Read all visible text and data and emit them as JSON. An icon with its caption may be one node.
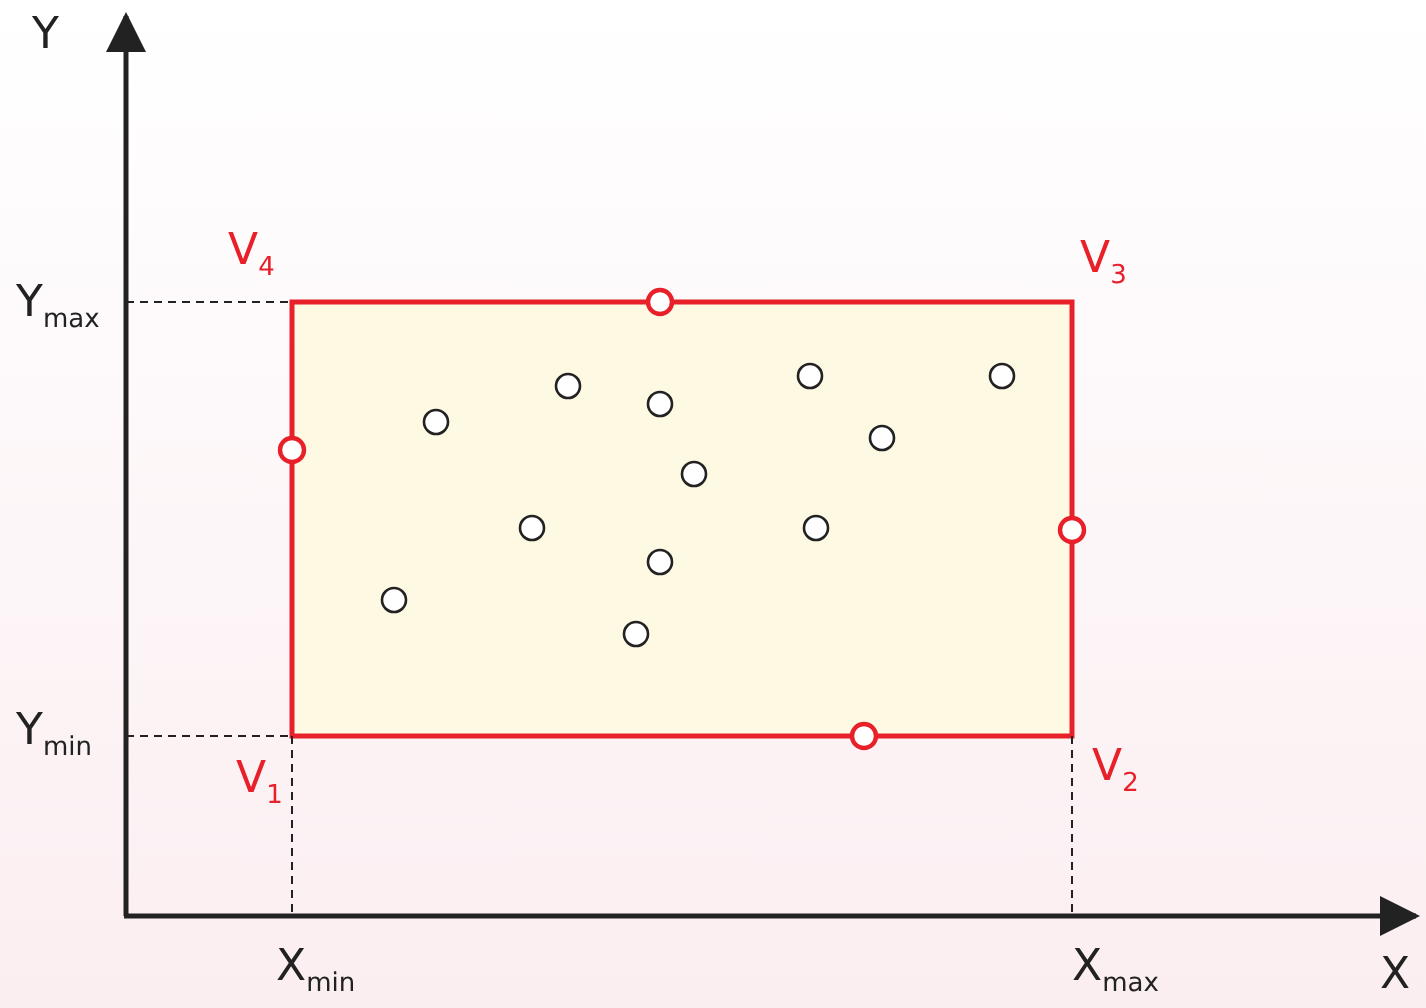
{
  "diagram": {
    "labels": [
      "Y",
      "V$_{4}$",
      "V$_{3}$",
      "Y$_{max}$",
      "Y$_{min}$",
      "V$_{1}$",
      "V$_{2}$",
      "X",
      "X$_{min}$",
      "X$_{max}$"
    ]
  }
}
